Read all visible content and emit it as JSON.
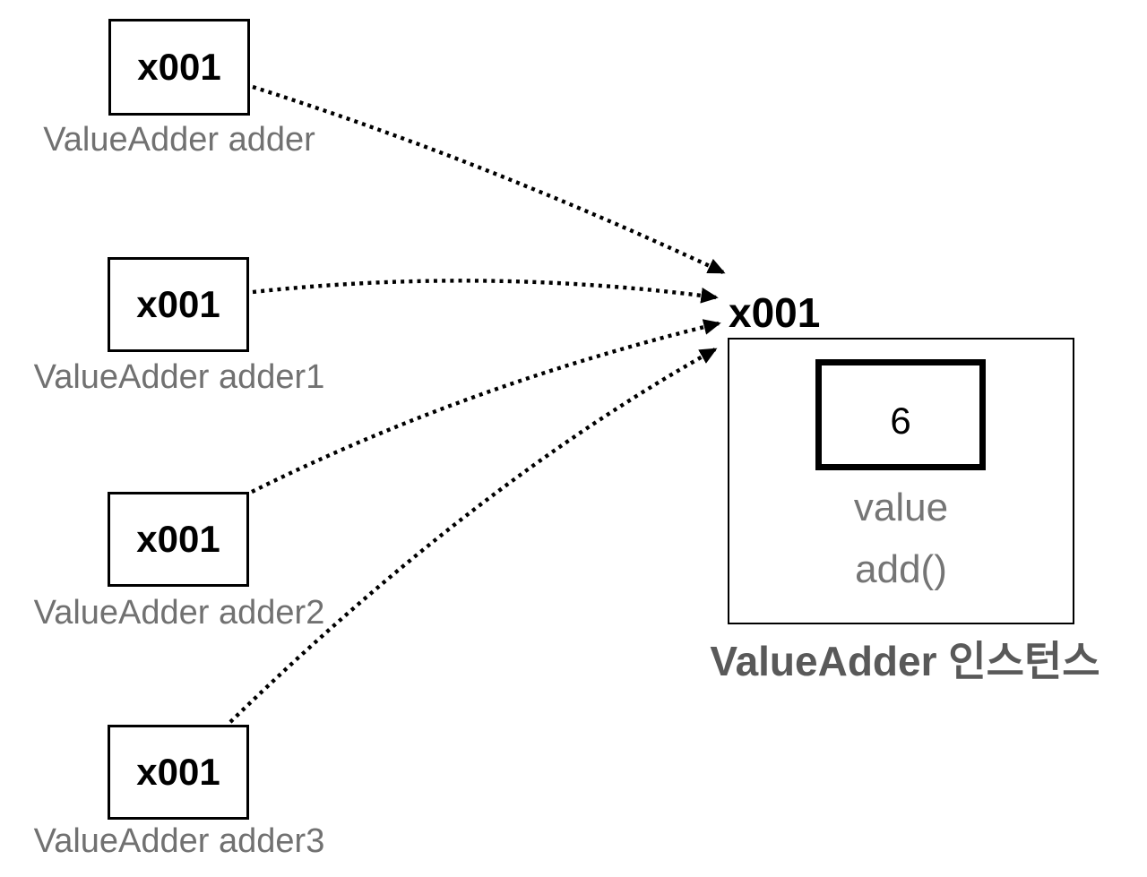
{
  "references": [
    {
      "address": "x001",
      "label": "ValueAdder adder"
    },
    {
      "address": "x001",
      "label": "ValueAdder adder1"
    },
    {
      "address": "x001",
      "label": "ValueAdder adder2"
    },
    {
      "address": "x001",
      "label": "ValueAdder adder3"
    }
  ],
  "instance": {
    "address": "x001",
    "value": "6",
    "members": [
      "value",
      "add()"
    ],
    "caption": "ValueAdder 인스턴스"
  },
  "colors": {
    "line": "#000000",
    "box_border": "#000000",
    "caption_gray": "#717171",
    "member_gray": "#757575",
    "instance_caption_gray": "#595959",
    "background": "#ffffff"
  }
}
